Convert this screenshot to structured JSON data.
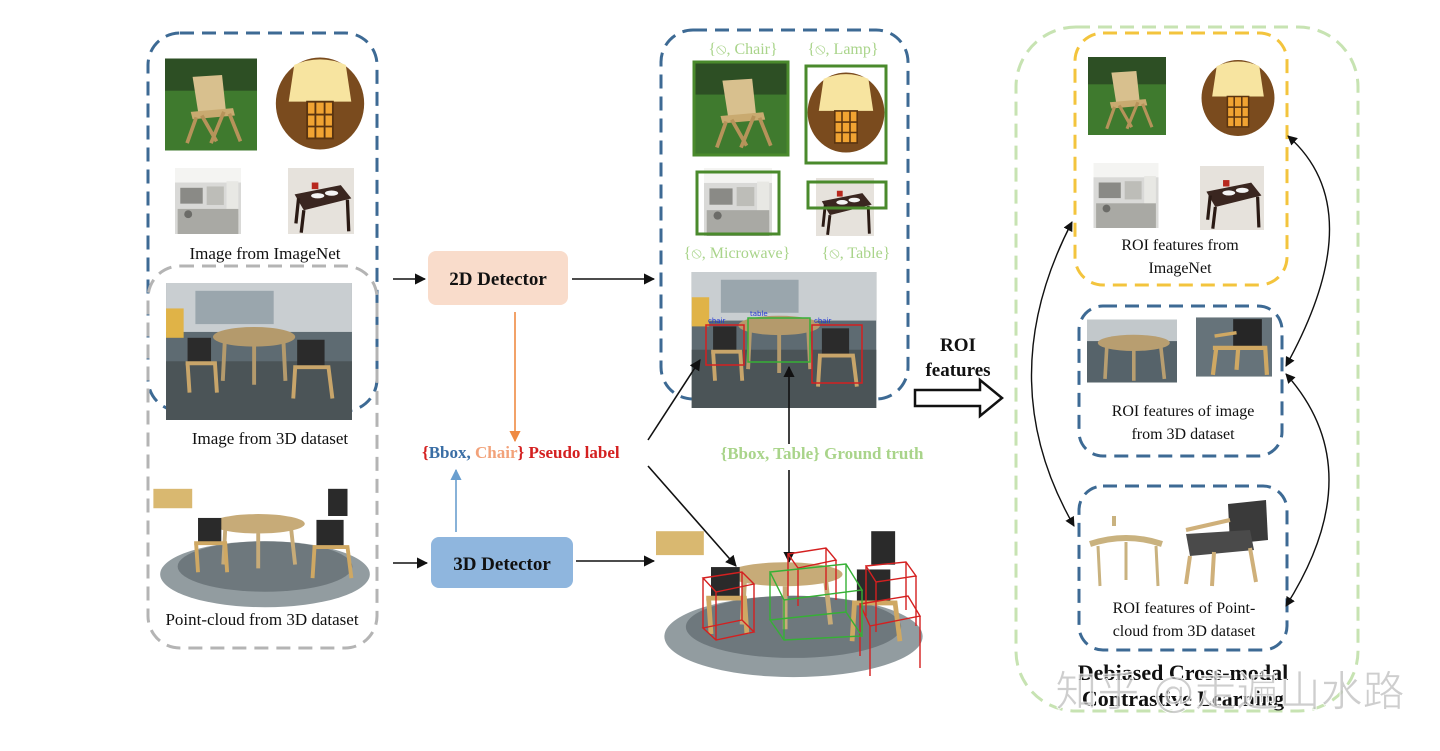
{
  "left_panel": {
    "imagenet_caption": "Image from ImageNet",
    "dataset_image_caption": "Image from 3D dataset",
    "pointcloud_caption": "Point-cloud from 3D dataset"
  },
  "detectors": {
    "d2": "2D Detector",
    "d3": "3D Detector"
  },
  "pseudo_label": {
    "open": "{",
    "bbox": "Bbox",
    "comma": ", ",
    "cls": "Chair",
    "close": "}",
    "suffix": " Pseudo label"
  },
  "ground_truth": {
    "text": "{Bbox, Table} Ground truth"
  },
  "detections_2d": {
    "chair": "{⦸, Chair}",
    "lamp": "{⦸, Lamp}",
    "microwave": "{⦸, Microwave}",
    "table": "{⦸, Table}",
    "box_tags": [
      "chair",
      "table",
      "chair"
    ]
  },
  "roi_arrow": {
    "line1": "ROI",
    "line2": "features"
  },
  "right_panel": {
    "imagenet_roi": [
      "ROI features from",
      "ImageNet"
    ],
    "image_roi": [
      "ROI features of image",
      "from 3D dataset"
    ],
    "pc_roi": [
      "ROI features of Point-",
      "cloud from 3D dataset"
    ],
    "title_line1": "Debiased Cross-modal",
    "title_line2": "Contrastive Learning"
  },
  "watermark": "知乎 @走遍山水路",
  "colors": {
    "blue_box": "#3d6a94",
    "gray_box": "#b4b4b4",
    "green_box": "#c7e3b2",
    "yellow_box": "#f3c43d",
    "detector_2d_fill": "#f9dccb",
    "detector_3d_fill": "#8fb6de",
    "bbox_blue": "#3a6ea5",
    "chair_orange": "#f2a27a",
    "pseudo_red": "#d42020",
    "light_green_text": "#a9d48a",
    "orange_arrow": "#ef8a43",
    "blue_arrow": "#6a9fcf"
  }
}
